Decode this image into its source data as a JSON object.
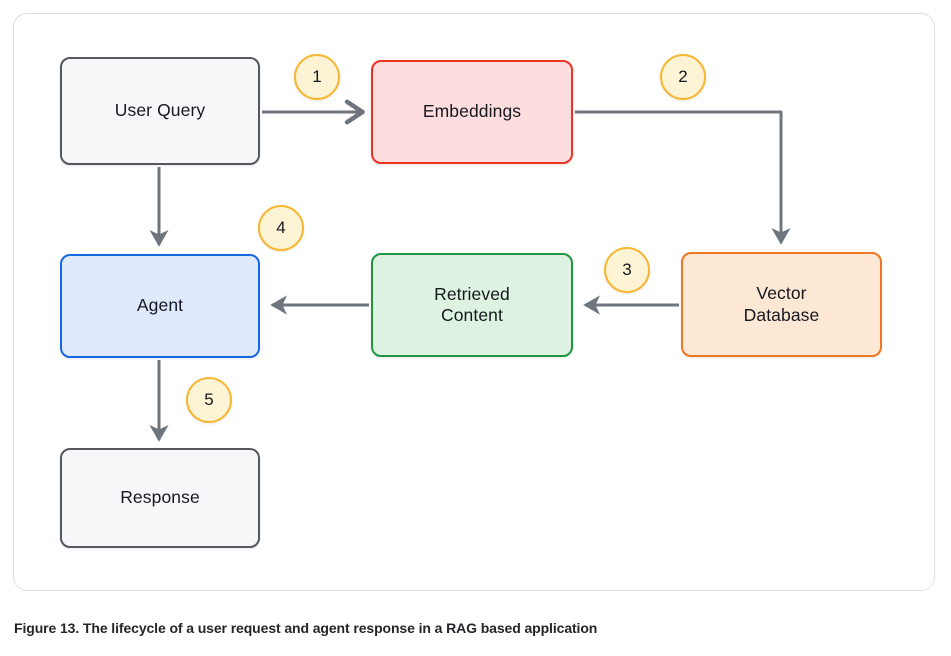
{
  "figure": {
    "caption": "Figure 13. The lifecycle of a user request and agent response in a RAG based application",
    "card_border_color": "#dcdee3",
    "background_color": "#ffffff"
  },
  "diagram": {
    "type": "flowchart",
    "nodes": [
      {
        "id": "user-query",
        "label": "User Query",
        "fill": "#f6f7f9",
        "border": "#55595f"
      },
      {
        "id": "embeddings",
        "label": "Embeddings",
        "fill": "#fdddde",
        "border": "#ea3323"
      },
      {
        "id": "vector-database",
        "label": "Vector\nDatabase",
        "fill": "#fde7d5",
        "border": "#ee7822"
      },
      {
        "id": "retrieved",
        "label": "Retrieved\nContent",
        "fill": "#ddf2e1",
        "border": "#1e9642"
      },
      {
        "id": "agent",
        "label": "Agent",
        "fill": "#e0eafe",
        "border": "#1668e3"
      },
      {
        "id": "response",
        "label": "Response",
        "fill": "#f6f7f9",
        "border": "#55595f"
      }
    ],
    "edges": [
      {
        "step": "1",
        "from": "user-query",
        "to": "embeddings"
      },
      {
        "step": "2",
        "from": "embeddings",
        "to": "vector-database"
      },
      {
        "step": "3",
        "from": "vector-database",
        "to": "retrieved"
      },
      {
        "step": "4",
        "from": "retrieved",
        "to": "agent"
      },
      {
        "step": "5",
        "from": "agent",
        "to": "response"
      },
      {
        "step": "",
        "from": "user-query",
        "to": "agent"
      }
    ],
    "steps": [
      {
        "number": "1"
      },
      {
        "number": "2"
      },
      {
        "number": "3"
      },
      {
        "number": "4"
      },
      {
        "number": "5"
      }
    ],
    "edge_color": "#6f757d",
    "badge_fill": "#fdf3d5",
    "badge_border": "#f7b731"
  }
}
